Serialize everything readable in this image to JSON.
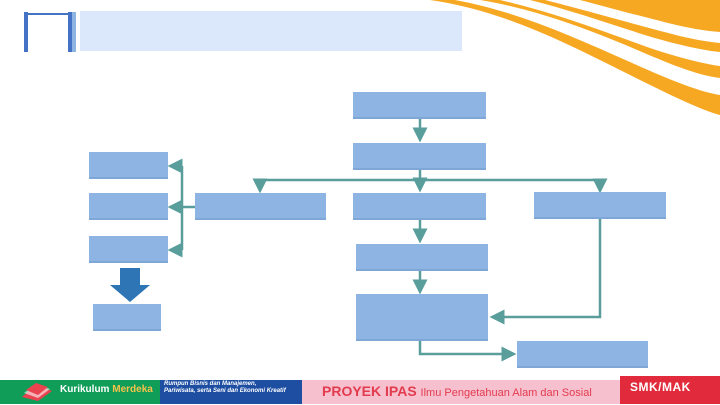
{
  "footer": {
    "kurikulum": "Kurikulum",
    "merdeka": "Merdeka",
    "rumpun_line1": "Rumpun Bisnis dan Manajemen,",
    "rumpun_line2": "Pariwisata, serta Seni dan Ekonomi Kreatif",
    "proyek": "PROYEK IPAS",
    "proyek_sub": "Ilmu Pengetahuan Alam dan Sosial",
    "smk": "SMK/MAK"
  },
  "colors": {
    "box_fill": "#8eb4e3",
    "connector": "#5a9e9c",
    "title_bar": "#dbe8fb",
    "accent_orange": "#f7a823",
    "kurikulum_green": "#0f9d58",
    "rumpun_blue": "#1d4ea2",
    "proyek_pink": "#f6c0cf",
    "smk_red": "#e12b3c"
  },
  "icons": {
    "corner": "slide-corner-bracket",
    "logo": "kurikulum-merdeka-logo",
    "down_arrow": "big-down-arrow"
  }
}
